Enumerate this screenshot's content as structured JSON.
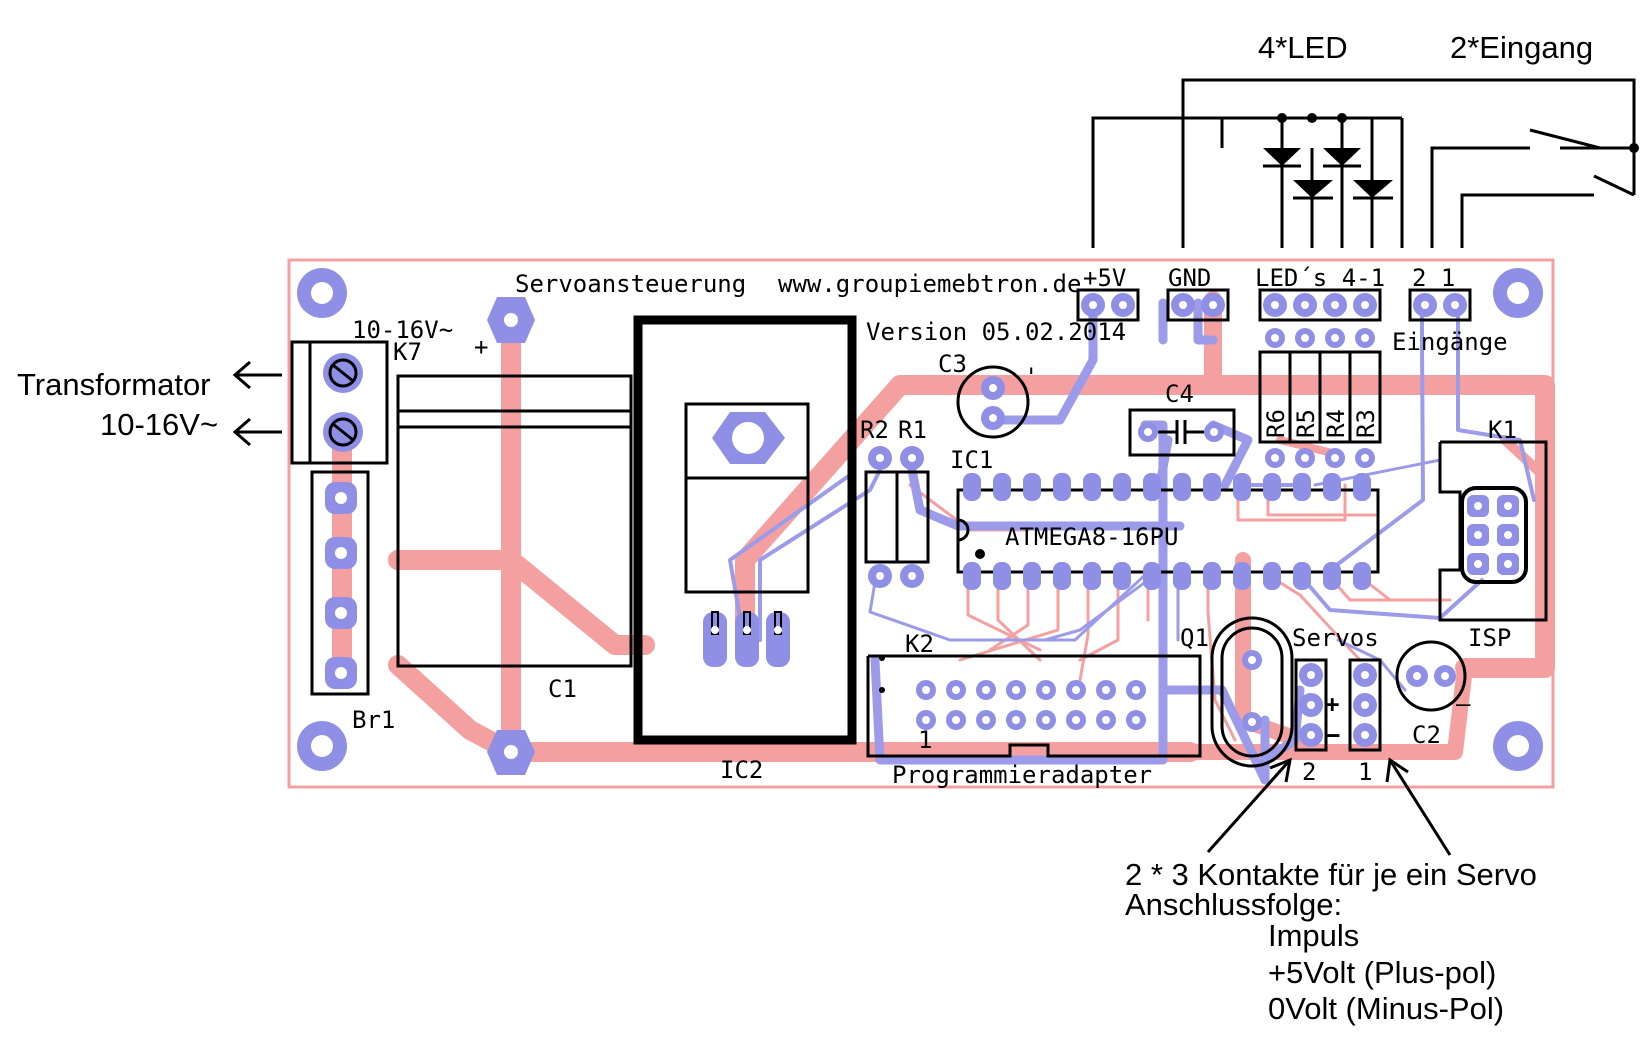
{
  "colors": {
    "board_outline": "#f4a0a0",
    "bottom_trace": "#f4a0a0",
    "top_trace": "#9b9bea",
    "pad": "#8f8fe6",
    "silkscreen": "#000000"
  },
  "board": {
    "title": "Servoansteuerung",
    "url": "www.groupiemebtron.de",
    "version": "Version 05.02.2014"
  },
  "components": {
    "k7": "K7",
    "k7_voltage": "10-16V~",
    "k7_plus": "+",
    "c1": "C1",
    "br1": "Br1",
    "ic2": "IC2",
    "c3": "C3",
    "c4": "C4",
    "r2": "R2",
    "r1": "R1",
    "ic1": "IC1",
    "ic1_type": "ATMEGA8-16PU",
    "r6": "R6",
    "r5": "R5",
    "r4": "R4",
    "r3": "R3",
    "k1": "K1",
    "isp": "ISP",
    "k2": "K2",
    "k2_pin1": "1",
    "programmer": "Programmieradapter",
    "q1": "Q1",
    "servos": "Servos",
    "servo_plus": "+",
    "servo_minus": "–",
    "servo_2": "2",
    "servo_1": "1",
    "c2": "C2",
    "c2_minus": "–",
    "c3_mark": "'"
  },
  "header_labels": {
    "plus5v": "+5V",
    "gnd": "GND",
    "leds": "LED´s 4-1",
    "inputs_num": "2  1",
    "inputs": "Eingänge"
  },
  "external": {
    "four_led": "4*LED",
    "two_input": "2*Eingang",
    "transformer": "Transformator",
    "transformer_voltage": "10-16V~",
    "servo_note_line1": "2 * 3 Kontakte für je ein Servo",
    "servo_note_line2": "Anschlussfolge:",
    "servo_note_line3": "Impuls",
    "servo_note_line4": "+5Volt (Plus-pol)",
    "servo_note_line5": "0Volt (Minus-Pol)"
  }
}
